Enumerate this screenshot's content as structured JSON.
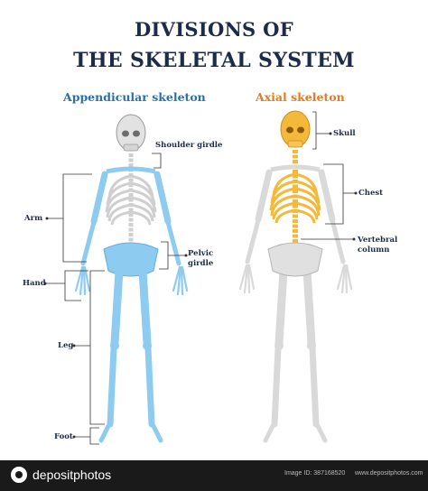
{
  "title": {
    "line1": "DIVISIONS OF",
    "line2": "THE SKELETAL SYSTEM"
  },
  "subtitles": {
    "appendicular": "Appendicular skeleton",
    "axial": "Axial skeleton"
  },
  "labels": {
    "shoulder_girdle": "Shoulder girdle",
    "arm": "Arm",
    "hand": "Hand",
    "pelvic_girdle_1": "Pelvic",
    "pelvic_girdle_2": "girdle",
    "leg": "Leg",
    "foot": "Foot",
    "skull": "Skull",
    "chest": "Chest",
    "vertebral_1": "Vertebral",
    "vertebral_2": "column"
  },
  "colors": {
    "appendicular": "#8ecbf0",
    "axial": "#f5b93a",
    "bone": "#d9d9d9",
    "title": "#1b2b49"
  },
  "footer": {
    "logo": "depositphotos",
    "image_id": "Image ID: 387168520",
    "site": "www.depositphotos.com"
  }
}
